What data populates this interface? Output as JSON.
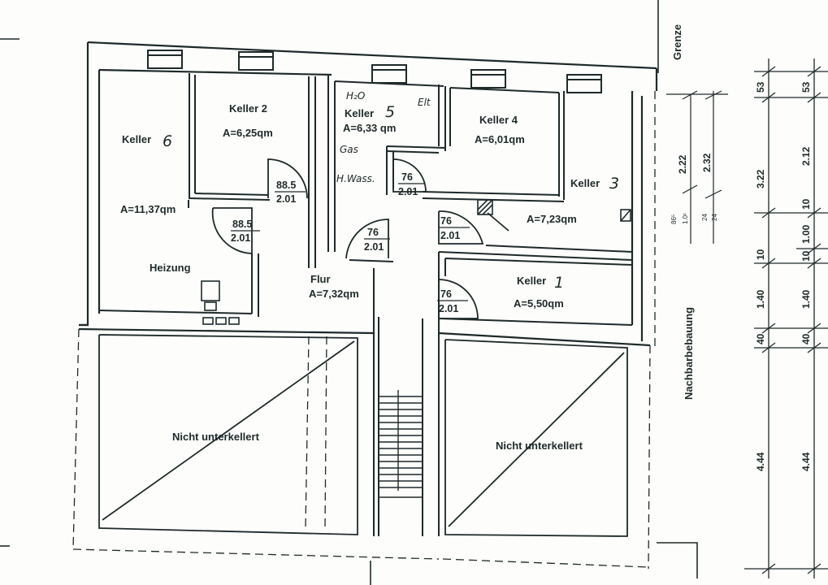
{
  "rooms": {
    "keller6": {
      "name": "Keller",
      "number": "6",
      "area": "A=11,37qm",
      "sub": "Heizung"
    },
    "keller2": {
      "name": "Keller 2",
      "area": "A=6,25qm"
    },
    "keller5": {
      "name": "Keller",
      "number": "5",
      "area": "A=6,33 qm",
      "note_h2o": "H₂O",
      "note_elt": "Elt",
      "note_gas": "Gas",
      "note_hwass": "H.Wass."
    },
    "keller4": {
      "name": "Keller 4",
      "area": "A=6,01qm"
    },
    "keller3": {
      "name": "Keller",
      "number": "3",
      "area": "A=7,23qm"
    },
    "keller1": {
      "name": "Keller",
      "number": "1",
      "area": "A=5,50qm"
    },
    "flur": {
      "name": "Flur",
      "area": "A=7,32qm"
    }
  },
  "doors": [
    {
      "width": "88.5",
      "height": "2.01"
    },
    {
      "width": "88.5",
      "height": "2.01"
    },
    {
      "width": "76",
      "height": "2.01"
    },
    {
      "width": "76",
      "height": "2.01"
    },
    {
      "width": "76",
      "height": "2.01"
    },
    {
      "width": "76",
      "height": "2.01"
    }
  ],
  "unexcavated": {
    "left": "Nicht unterkellert",
    "right": "Nicht unterkellert"
  },
  "boundary": {
    "grenze": "Grenze",
    "nachbar": "Nachbarbebauung"
  },
  "dims": {
    "inner_a": "2.22",
    "inner_b": "2.32",
    "chain1": [
      "53",
      "3.22",
      "10",
      "1.40",
      "40",
      "4.44"
    ],
    "chain2": [
      "53",
      "2.12",
      "10",
      "1.00",
      "10",
      "1.40",
      "40",
      "4.44"
    ],
    "small_a": "86⁵",
    "small_b": "1.0¹",
    "small_c": "24",
    "small_d": "24"
  }
}
